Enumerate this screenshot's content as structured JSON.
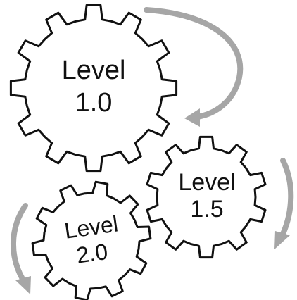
{
  "gears": [
    {
      "id": "level-1-0",
      "line1": "Level",
      "line2": "1.0"
    },
    {
      "id": "level-1-5",
      "line1": "Level",
      "line2": "1.5"
    },
    {
      "id": "level-2-0",
      "line1": "Level",
      "line2": "2.0"
    }
  ],
  "colors": {
    "gear_fill": "#ffffff",
    "gear_stroke": "#111111",
    "arrow": "#a6a6a6",
    "text": "#111111"
  },
  "icons": [
    "gear-icon",
    "curved-arrow-icon"
  ]
}
